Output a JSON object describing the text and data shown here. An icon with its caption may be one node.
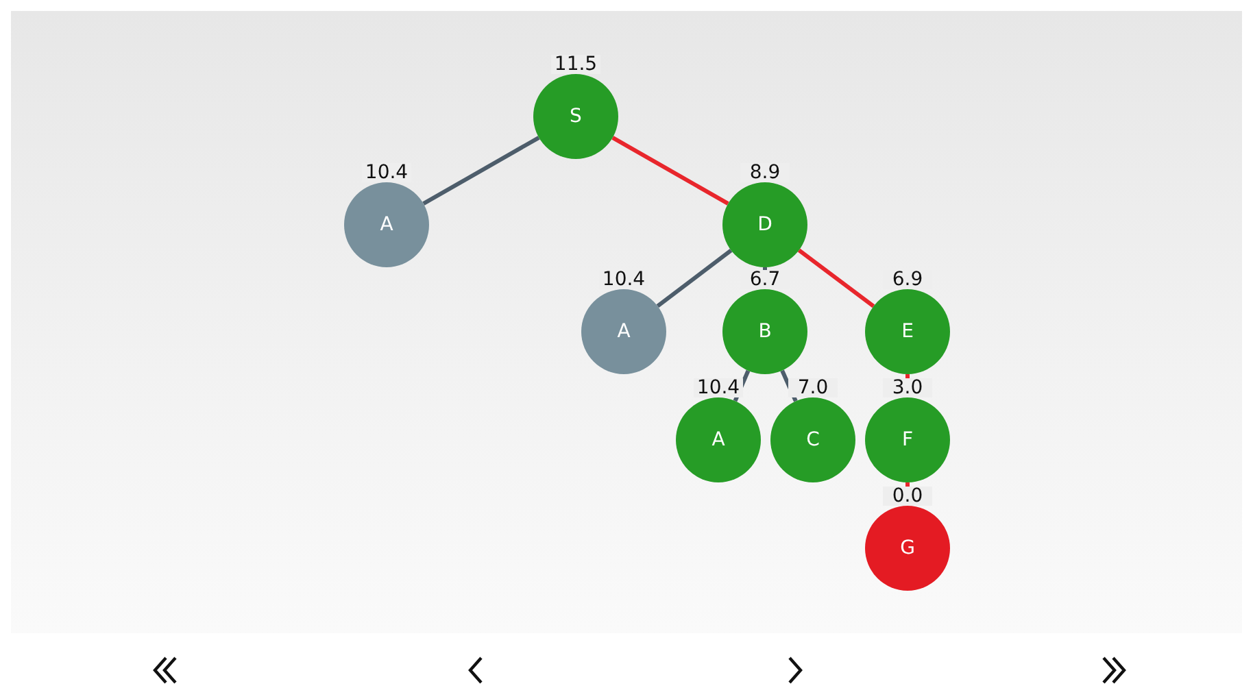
{
  "diagram": {
    "nodes": [
      {
        "text": [
          "S"
        ],
        "beside": [
          "11.5"
        ]
      },
      {
        "text": [
          "A"
        ],
        "beside": [
          "10.4"
        ]
      },
      {
        "text": [
          "D"
        ],
        "beside": [
          "8.9"
        ]
      },
      {
        "text": [
          "A"
        ],
        "beside": [
          "10.4"
        ]
      },
      {
        "text": [
          "B"
        ],
        "beside": [
          "6.7"
        ]
      },
      {
        "text": [
          "E"
        ],
        "beside": [
          "6.9"
        ]
      },
      {
        "text": [
          "A"
        ],
        "beside": [
          "10.4"
        ]
      },
      {
        "text": [
          "C"
        ],
        "beside": [
          "7.0"
        ]
      },
      {
        "text": [
          "F"
        ],
        "beside": [
          "3.0"
        ]
      },
      {
        "text": [
          "G"
        ],
        "beside": [
          "0.0"
        ]
      }
    ],
    "edges": [
      {
        "from": 0,
        "to": 1,
        "arrow": "none"
      },
      {
        "from": 0,
        "to": 2,
        "arrow": "none",
        "color": "#e8262c"
      },
      {
        "from": 2,
        "to": 3,
        "arrow": "none"
      },
      {
        "from": 2,
        "to": 4,
        "arrow": "none"
      },
      {
        "from": 2,
        "to": 5,
        "arrow": "none",
        "color": "#e8262c"
      },
      {
        "from": 4,
        "to": 6,
        "arrow": "none"
      },
      {
        "from": 4,
        "to": 7,
        "arrow": "none"
      },
      {
        "from": 5,
        "to": 8,
        "arrow": "none",
        "color": "#e8262c"
      },
      {
        "from": 8,
        "to": 9,
        "arrow": "none",
        "color": "#e8262c"
      }
    ]
  }
}
